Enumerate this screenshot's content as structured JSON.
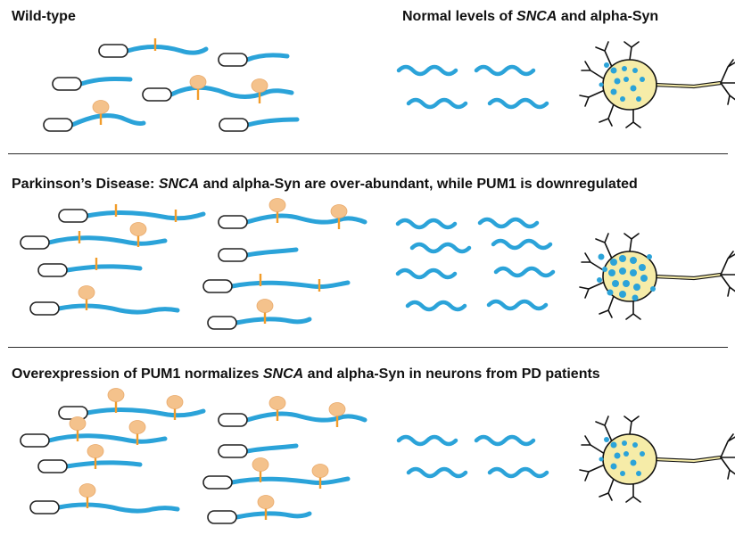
{
  "panels": [
    {
      "heading_left": "Wild-type",
      "heading_right_parts": [
        "Normal levels of ",
        "SNCA",
        " and alpha-Syn"
      ]
    },
    {
      "heading_parts": [
        "Parkinson’s Disease: ",
        "SNCA",
        " and alpha-Syn are over-abundant, while PUM1 is downregulated"
      ]
    },
    {
      "heading_parts": [
        "Overexpression of PUM1 normalizes ",
        "SNCA",
        " and alpha-Syn in neurons from PD patients"
      ]
    }
  ],
  "colors": {
    "mrna_blue": "#2ba3d9",
    "pum1_orange": "#f4c28c",
    "site_orange": "#f29c2a",
    "soma_yellow": "#f6eca8",
    "cap_outline": "#222222"
  },
  "icons": [
    "mrna-cap-icon",
    "pum1-protein-icon",
    "alpha-syn-squiggle-icon",
    "neuron-icon"
  ]
}
